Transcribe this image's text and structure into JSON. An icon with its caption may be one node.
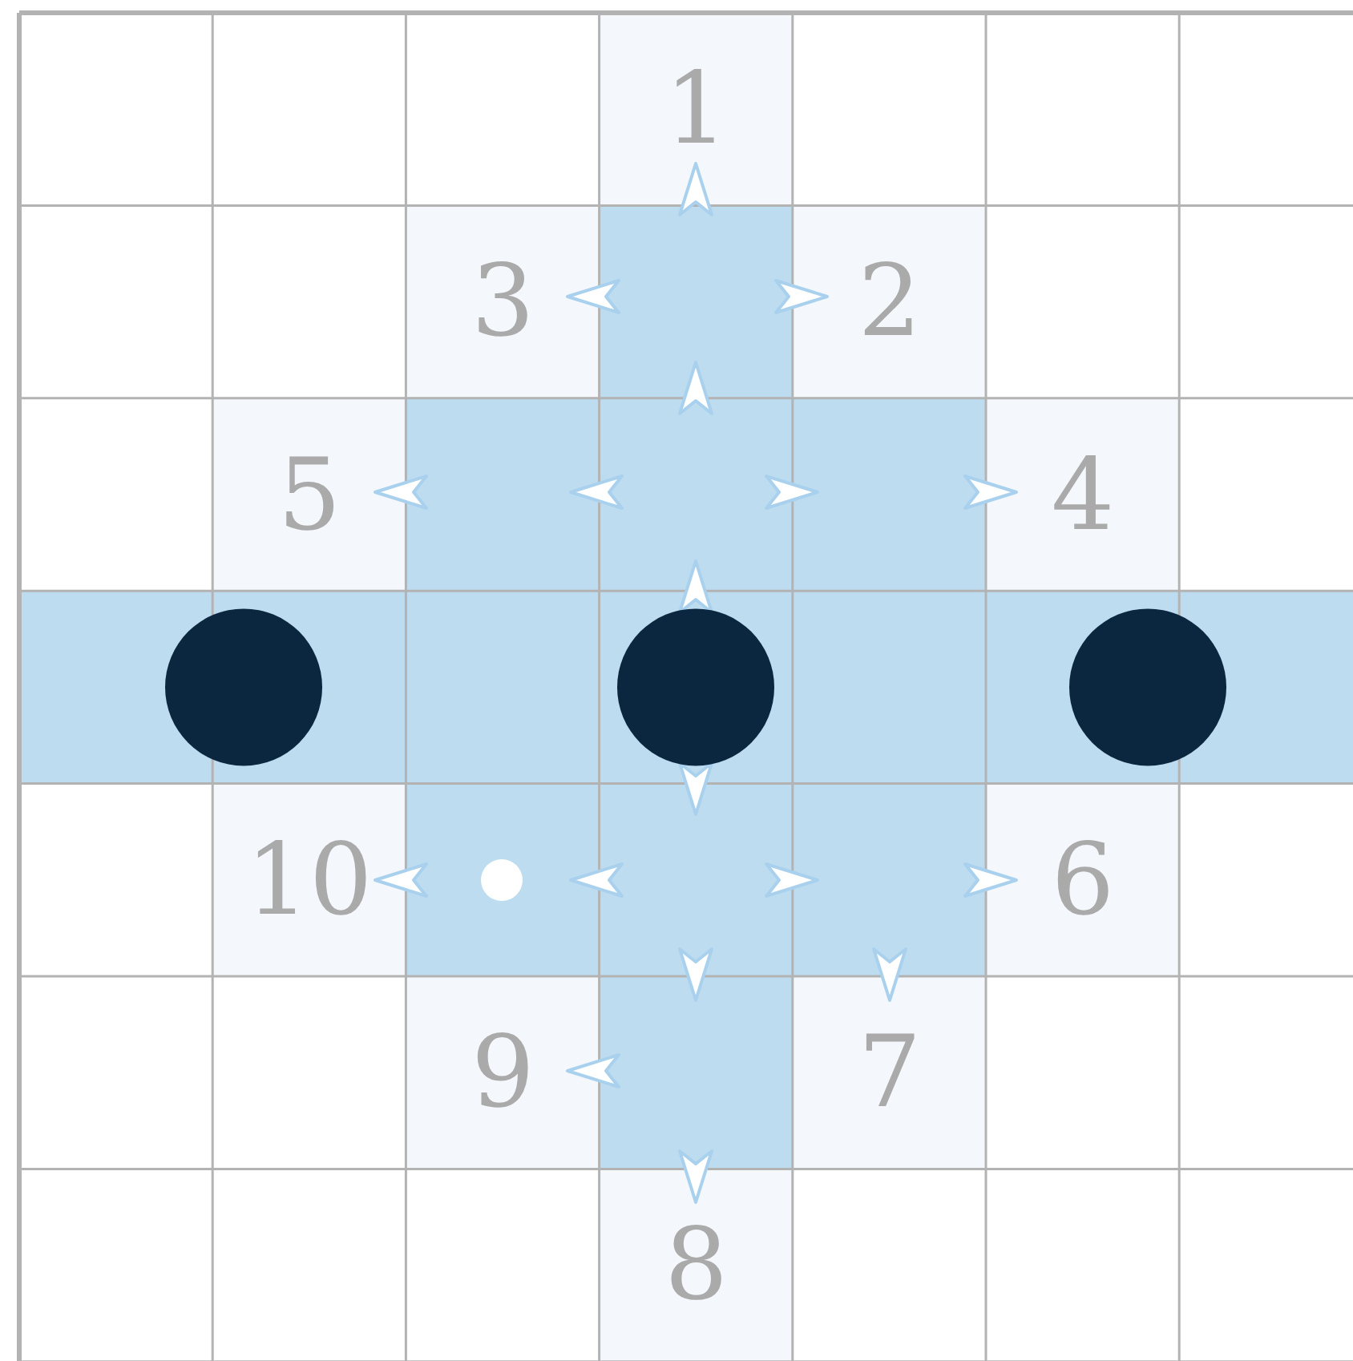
{
  "diagram": {
    "labels": [
      "1",
      "3",
      "2",
      "5",
      "4",
      "10",
      "6",
      "9",
      "7",
      "8"
    ]
  }
}
